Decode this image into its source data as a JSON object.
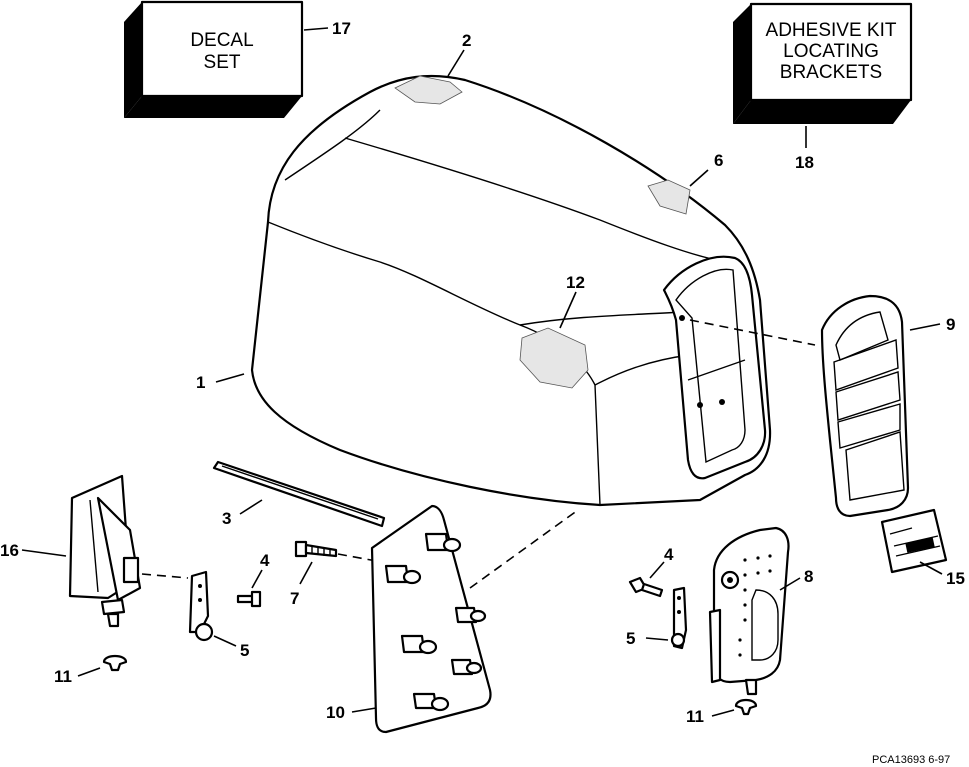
{
  "boxes": {
    "decal": {
      "line1": "DECAL",
      "line2": "SET",
      "number": "17"
    },
    "adhesive": {
      "line1": "ADHESIVE KIT",
      "line2": "LOCATING",
      "line3": "BRACKETS",
      "number": "18"
    }
  },
  "callouts": {
    "c1": "1",
    "c2": "2",
    "c3": "3",
    "c4a": "4",
    "c4b": "4",
    "c5a": "5",
    "c5b": "5",
    "c6": "6",
    "c7": "7",
    "c8": "8",
    "c9": "9",
    "c10": "10",
    "c11a": "11",
    "c11b": "11",
    "c12": "12",
    "c15": "15",
    "c16": "16"
  },
  "footer_code": "PCA13693  6-97"
}
